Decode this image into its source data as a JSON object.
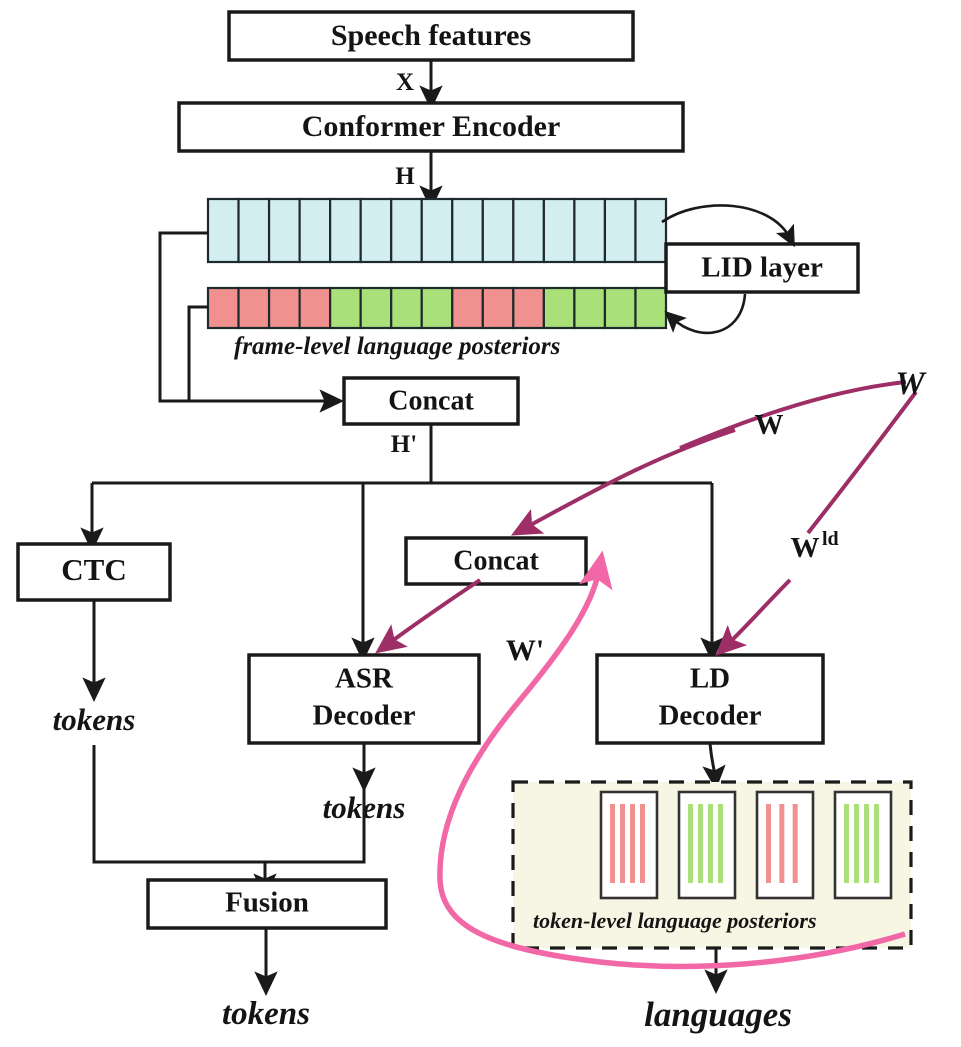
{
  "figure": {
    "title": "ASR-LID multilingual architecture diagram",
    "background": "#ffffff"
  },
  "colors": {
    "stroke": "#1a1a1a",
    "embedding_cell": "#d3eef0",
    "posterior_red": "#f0918f",
    "posterior_green": "#a9e079",
    "w_arrow": "#9e2f66",
    "loop_arrow": "#f268a6",
    "panel_bg": "#f7f6e4",
    "token_box": "#ffffff"
  },
  "blocks": {
    "speech_features": "Speech features",
    "conformer_encoder": "Conformer Encoder",
    "lid_layer": "LID layer",
    "concat_top": "Concat",
    "concat_mid": "Concat",
    "ctc": "CTC",
    "asr_decoder_line1": "ASR",
    "asr_decoder_line2": "Decoder",
    "ld_decoder_line1": "LD",
    "ld_decoder_line2": "Decoder",
    "fusion": "Fusion"
  },
  "edge_labels": {
    "x": "X",
    "h": "H",
    "h_prime": "H'",
    "w_curve": "W",
    "w_italic": "W",
    "w_ld": "W",
    "w_ld_sup": "ld",
    "w_prime": "W'"
  },
  "outputs": {
    "ctc_tokens": "tokens",
    "asr_tokens": "tokens",
    "fusion_tokens": "tokens",
    "languages": "languages"
  },
  "captions": {
    "frame_level": "frame-level language posteriors",
    "token_level": "token-level language posteriors"
  },
  "sequences": {
    "embedding_cell_count": 15,
    "frame_posteriors": [
      "red",
      "red",
      "red",
      "red",
      "green",
      "green",
      "green",
      "green",
      "red",
      "red",
      "red",
      "green",
      "green",
      "green",
      "green"
    ],
    "token_posteriors": [
      {
        "color": "red",
        "bars": 4
      },
      {
        "color": "green",
        "bars": 4
      },
      {
        "color": "red",
        "bars": 3
      },
      {
        "color": "green",
        "bars": 4
      }
    ]
  }
}
